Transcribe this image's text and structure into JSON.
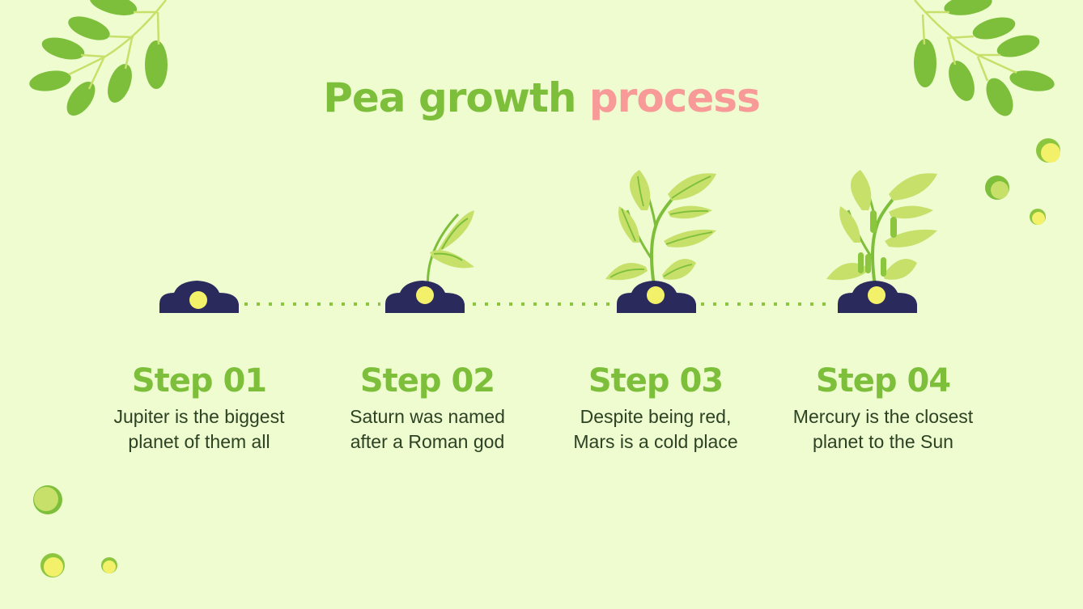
{
  "title": {
    "part1": "Pea growth",
    "part2": "process"
  },
  "colors": {
    "background": "#eefcd0",
    "title_green": "#7dbf3b",
    "title_pink": "#f79a98",
    "soil": "#2b2a5c",
    "seed": "#f3f06a",
    "leaf_dark": "#7dbf3b",
    "leaf_light": "#c6e06a",
    "dots": "#8cc63f"
  },
  "steps": [
    {
      "label": "Step 01",
      "line1": "Jupiter is the biggest",
      "line2": "planet of them all",
      "stage": "seed"
    },
    {
      "label": "Step 02",
      "line1": "Saturn was named",
      "line2": "after a Roman god",
      "stage": "sprout"
    },
    {
      "label": "Step 03",
      "line1": "Despite being red,",
      "line2": "Mars is a cold place",
      "stage": "plant"
    },
    {
      "label": "Step 04",
      "line1": "Mercury is the closest",
      "line2": "planet to the Sun",
      "stage": "plant-with-pods"
    }
  ]
}
